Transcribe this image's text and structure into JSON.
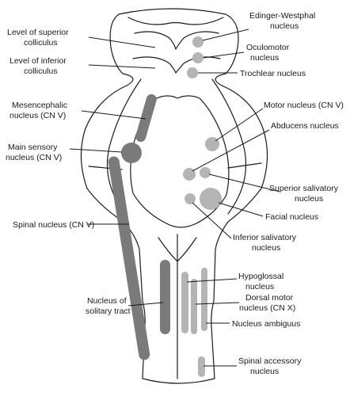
{
  "colors": {
    "outline": "#1a1a1a",
    "sensory_nucleus": "#7a7a7a",
    "motor_nucleus": "#b4b4b4",
    "background": "#ffffff"
  },
  "labels": {
    "level_superior_colliculus": [
      "Level of superior",
      "colliculus"
    ],
    "level_inferior_colliculus": [
      "Level of inferior",
      "colliculus"
    ],
    "mesencephalic_nucleus": [
      "Mesencephalic",
      "nucleus (CN V)"
    ],
    "main_sensory_nucleus": [
      "Main sensory",
      "nucleus (CN V)"
    ],
    "spinal_nucleus": [
      "Spinal nucleus (CN V)"
    ],
    "nucleus_solitary_tract": [
      "Nucleus of",
      "solitary tract"
    ],
    "edinger_westphal": [
      "Edinger-Westphal",
      "nucleus"
    ],
    "oculomotor": [
      "Oculomotor",
      "nucleus"
    ],
    "trochlear": [
      "Trochlear nucleus"
    ],
    "motor_nucleus": [
      "Motor nucleus (CN V)"
    ],
    "abducens": [
      "Abducens nucleus"
    ],
    "superior_salivatory": [
      "Superior salivatory",
      "nucleus"
    ],
    "facial": [
      "Facial nucleus"
    ],
    "inferior_salivatory": [
      "Inferior salivatory",
      "nucleus"
    ],
    "hypoglossal": [
      "Hypoglossal",
      "nucleus"
    ],
    "dorsal_motor": [
      "Dorsal motor",
      "nucleus (CN X)"
    ],
    "ambiguus": [
      "Nucleus ambiguus"
    ],
    "spinal_accessory": [
      "Spinal accessory",
      "nucleus"
    ]
  }
}
